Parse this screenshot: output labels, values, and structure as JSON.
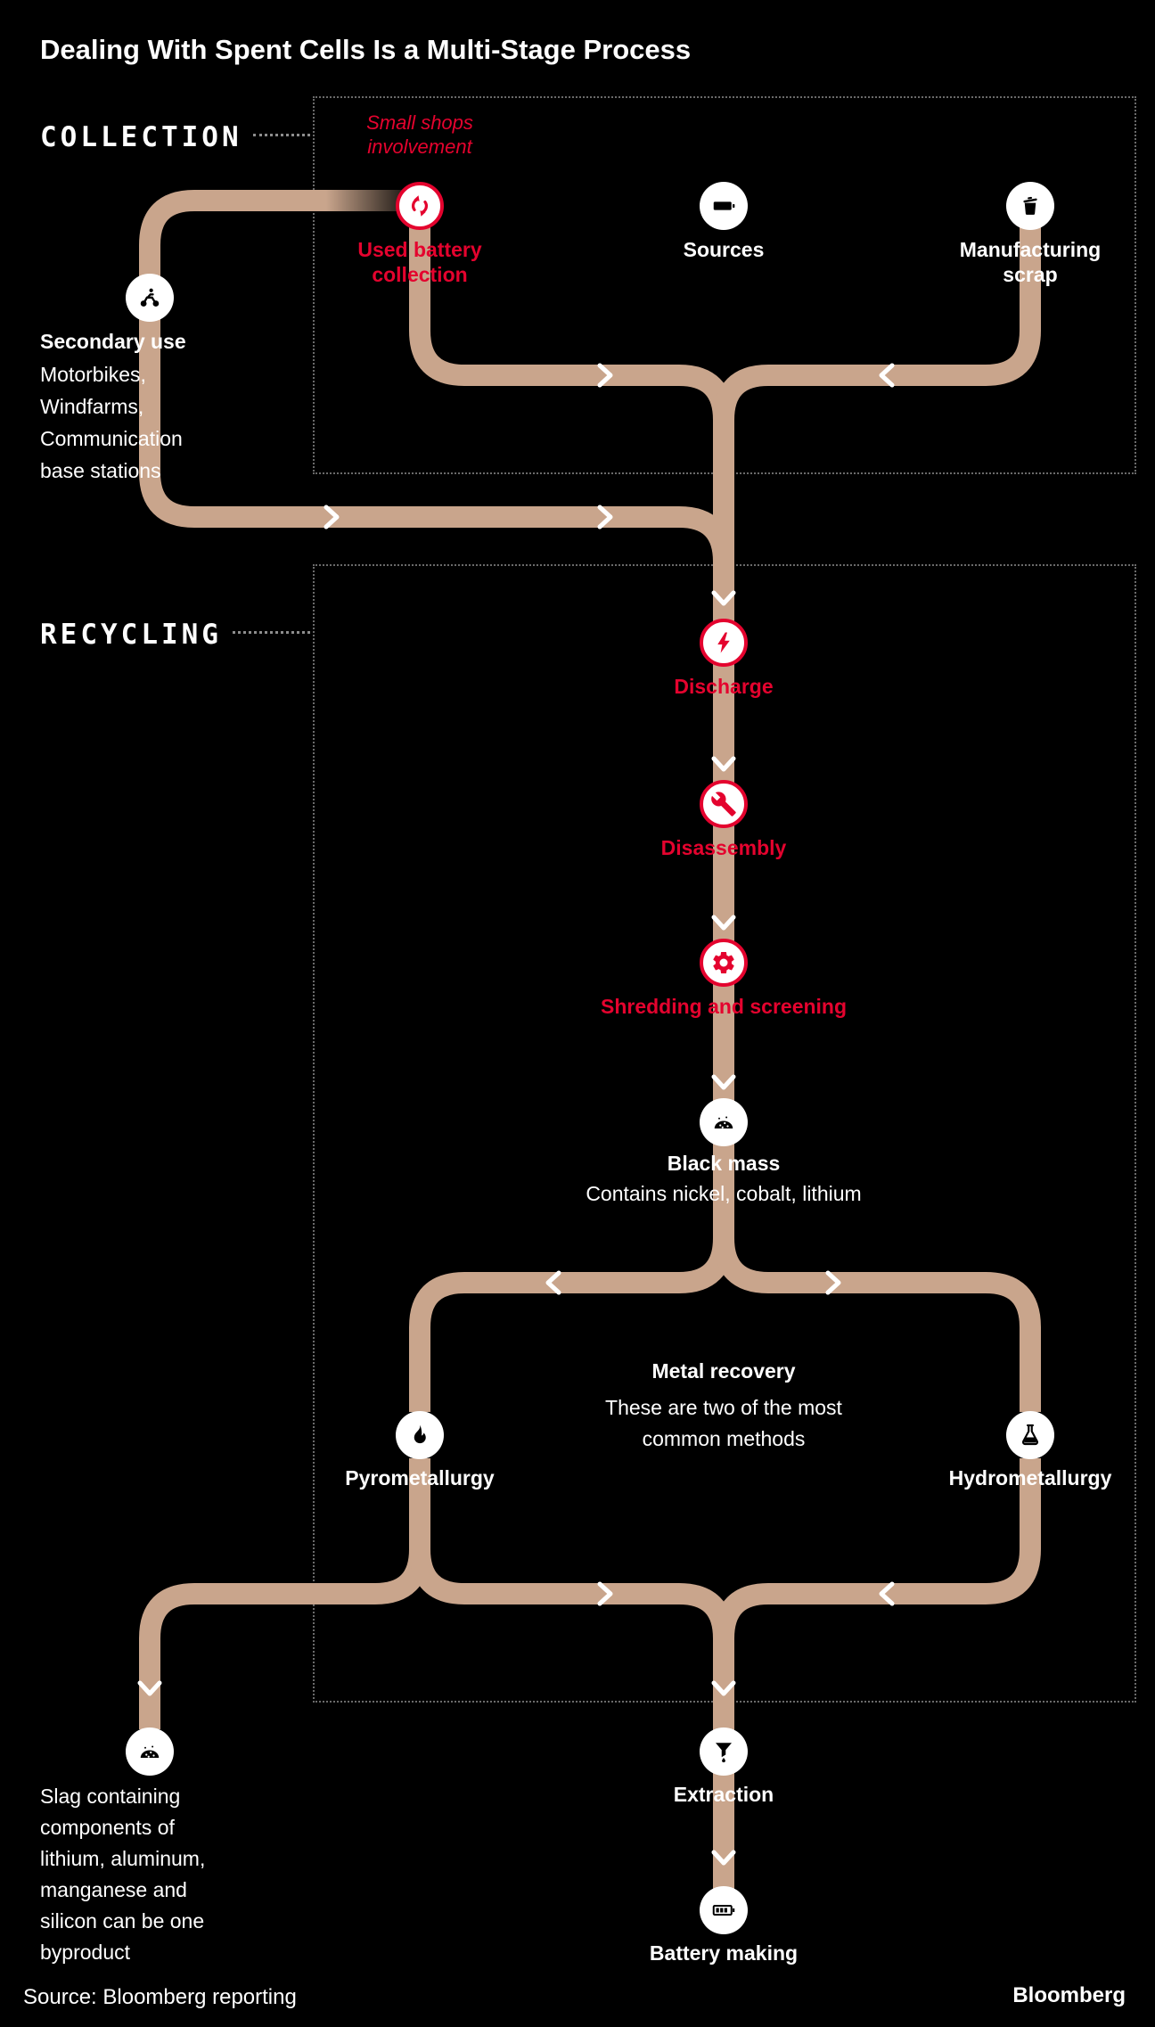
{
  "colors": {
    "accent_red": "#e4032e",
    "flow_tan": "#c9a58c",
    "background": "#000000",
    "box_border": "#6a6a6a"
  },
  "title": "Dealing With Spent Cells Is a Multi-Stage Process",
  "collection": {
    "label": "COLLECTION",
    "small_shops": "Small shops\ninvolvement",
    "used_battery": "Used battery\ncollection",
    "sources": "Sources",
    "manufacturing_scrap": "Manufacturing\nscrap",
    "secondary_use": "Secondary use",
    "secondary_use_desc": "Motorbikes,\nWindfarms,\nCommunication\nbase stations"
  },
  "recycling": {
    "label": "RECYCLING",
    "discharge": "Discharge",
    "disassembly": "Disassembly",
    "shredding": "Shredding and screening",
    "black_mass": "Black mass",
    "black_mass_desc": "Contains nickel, cobalt, lithium",
    "metal_recovery": "Metal recovery",
    "metal_recovery_desc": "These are two of the most\ncommon methods",
    "pyrometallurgy": "Pyrometallurgy",
    "hydrometallurgy": "Hydrometallurgy"
  },
  "outputs": {
    "slag_desc": "Slag containing\ncomponents of\nlithium, aluminum,\nmanganese and\nsilicon can be one\nbyproduct",
    "extraction": "Extraction",
    "battery_making": "Battery making"
  },
  "icons": {
    "used_battery": "recycle-icon",
    "sources": "battery-icon",
    "manufacturing_scrap": "waste-bin-icon",
    "secondary_use": "motorbike-icon",
    "discharge": "lightning-icon",
    "disassembly": "wrench-icon",
    "shredding": "gear-icon",
    "black_mass": "black-mass-icon",
    "pyrometallurgy": "flame-icon",
    "hydrometallurgy": "flask-icon",
    "slag": "slag-icon",
    "extraction": "funnel-icon",
    "battery_making": "battery-cells-icon"
  },
  "footer": {
    "source": "Source: Bloomberg reporting",
    "brand": "Bloomberg"
  }
}
